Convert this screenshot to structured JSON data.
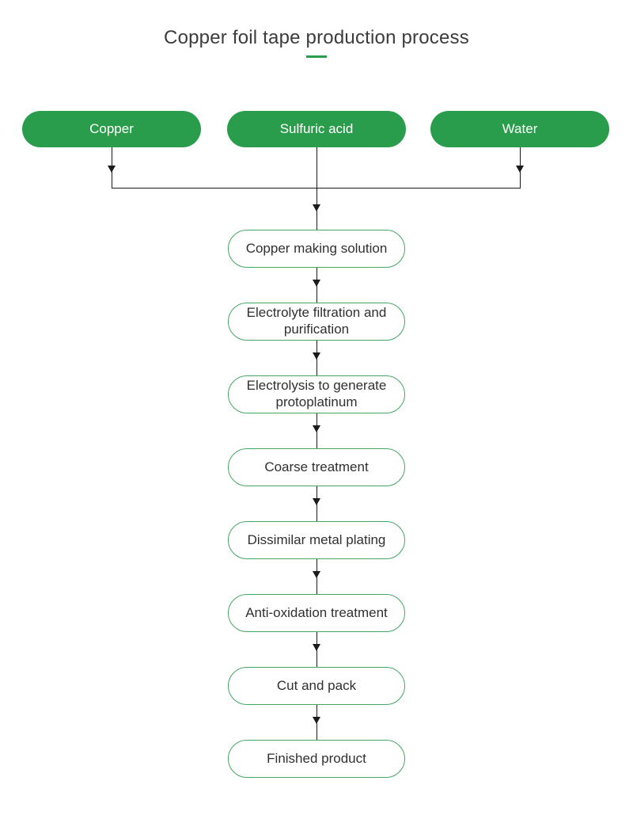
{
  "title": "Copper foil tape production process",
  "colors": {
    "accent_green": "#2a9d4c",
    "box_border_green": "#44a662",
    "connector_black": "#1b1b1b",
    "title_gray": "#3c3c3c"
  },
  "inputs": [
    {
      "label": "Copper"
    },
    {
      "label": "Sulfuric acid"
    },
    {
      "label": "Water"
    }
  ],
  "steps": [
    {
      "label": "Copper making solution"
    },
    {
      "label": "Electrolyte filtration and purification"
    },
    {
      "label": "Electrolysis to generate protoplatinum"
    },
    {
      "label": "Coarse treatment"
    },
    {
      "label": "Dissimilar metal plating"
    },
    {
      "label": "Anti-oxidation treatment"
    },
    {
      "label": "Cut and pack"
    },
    {
      "label": "Finished product"
    }
  ]
}
